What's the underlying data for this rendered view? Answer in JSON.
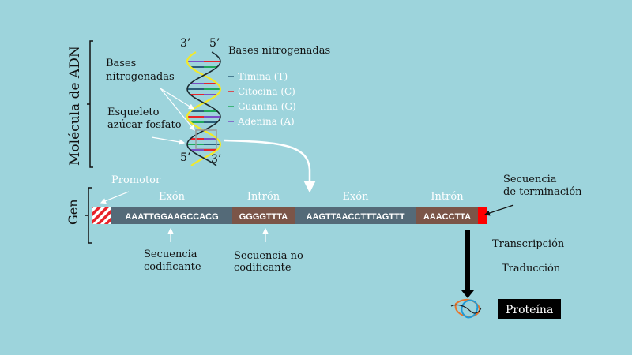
{
  "dna": {
    "title": "Molécula de ADN",
    "top_left": "3’",
    "top_right": "5’",
    "bottom_left": "5’",
    "bottom_right": "3’",
    "bases_label_1": "Bases",
    "bases_label_2": "nitrogenadas",
    "backbone_label_1": "Esqueleto",
    "backbone_label_2": "azúcar-fosfato",
    "legend_title": "Bases nitrogenadas",
    "legend": [
      {
        "label": "Timina   (T)",
        "color": "#2b5f7a"
      },
      {
        "label": "Citocina (C)",
        "color": "#e8232a"
      },
      {
        "label": "Guanina (G)",
        "color": "#1fa85a"
      },
      {
        "label": "Adenina (A)",
        "color": "#7a4fc4"
      }
    ],
    "strand_colors": {
      "a": "#f2e92a",
      "b": "#1b2a30"
    }
  },
  "gene": {
    "label": "Gen",
    "promoter": "Promotor",
    "segments": [
      {
        "type": "Exón",
        "sequence": "AAATTGGAAGCCACG",
        "color": "#546a78"
      },
      {
        "type": "Intrón",
        "sequence": "GGGGTTTA",
        "color": "#7b5548"
      },
      {
        "type": "Exón",
        "sequence": "AAGTTAACCTTTAGTTT",
        "color": "#546a78"
      },
      {
        "type": "Intrón",
        "sequence": "AAACCTTA",
        "color": "#7b5548"
      }
    ],
    "coding_1": "Secuencia",
    "coding_2": "codificante",
    "noncoding_1": "Secuencia no",
    "noncoding_2": "codificante",
    "termination_1": "Secuencia",
    "termination_2": "de terminación"
  },
  "process": {
    "transcription": "Transcripción",
    "translation": "Traducción",
    "protein": "Proteína"
  }
}
